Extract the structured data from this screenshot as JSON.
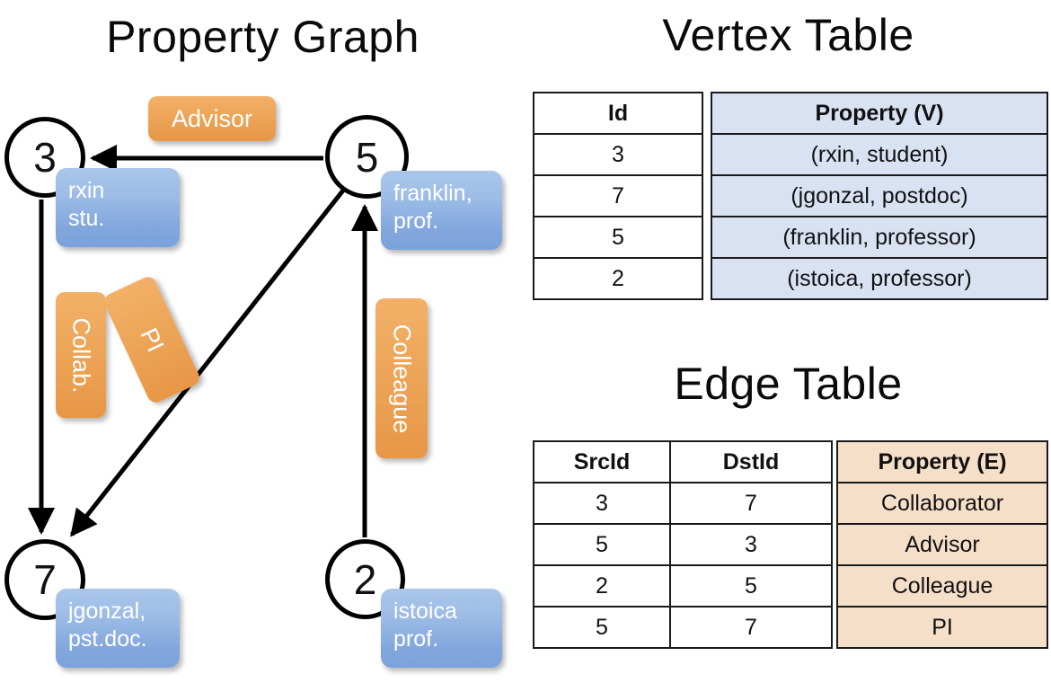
{
  "titles": {
    "property_graph": "Property Graph",
    "vertex_table": "Vertex Table",
    "edge_table": "Edge Table"
  },
  "colors": {
    "vertex_property_fill": "#d9e2f3",
    "edge_property_fill": "#f6dfc9",
    "node_box_blue": "#82a7dd",
    "edge_label_orange": "#eda558",
    "stroke": "#111111",
    "background": "#ffffff"
  },
  "graph": {
    "nodes": [
      {
        "id": "3",
        "property_lines": [
          "rxin",
          "stu."
        ]
      },
      {
        "id": "5",
        "property_lines": [
          "franklin,",
          "prof."
        ]
      },
      {
        "id": "7",
        "property_lines": [
          "jgonzal,",
          "pst.doc."
        ]
      },
      {
        "id": "2",
        "property_lines": [
          "istoica",
          "prof."
        ]
      }
    ],
    "edge_labels": [
      {
        "name": "advisor-label",
        "text": "Advisor",
        "orientation": "horizontal"
      },
      {
        "name": "collab-label",
        "text": "Collab.",
        "orientation": "vertical"
      },
      {
        "name": "pi-label",
        "text": "PI",
        "orientation": "vertical-tilted"
      },
      {
        "name": "colleague-label",
        "text": "Colleague",
        "orientation": "vertical"
      }
    ],
    "edges": [
      {
        "from": "5",
        "to": "3",
        "label": "Advisor"
      },
      {
        "from": "3",
        "to": "7",
        "label": "Collab."
      },
      {
        "from": "5",
        "to": "7",
        "label": "PI"
      },
      {
        "from": "2",
        "to": "5",
        "label": "Colleague"
      }
    ]
  },
  "vertex_table": {
    "headers": [
      "Id",
      "Property (V)"
    ],
    "rows": [
      {
        "id": "3",
        "property": "(rxin, student)"
      },
      {
        "id": "7",
        "property": "(jgonzal, postdoc)"
      },
      {
        "id": "5",
        "property": "(franklin, professor)"
      },
      {
        "id": "2",
        "property": "(istoica, professor)"
      }
    ]
  },
  "edge_table": {
    "headers": [
      "SrcId",
      "DstId",
      "Property (E)"
    ],
    "rows": [
      {
        "src": "3",
        "dst": "7",
        "property": "Collaborator"
      },
      {
        "src": "5",
        "dst": "3",
        "property": "Advisor"
      },
      {
        "src": "2",
        "dst": "5",
        "property": "Colleague"
      },
      {
        "src": "5",
        "dst": "7",
        "property": "PI"
      }
    ]
  }
}
